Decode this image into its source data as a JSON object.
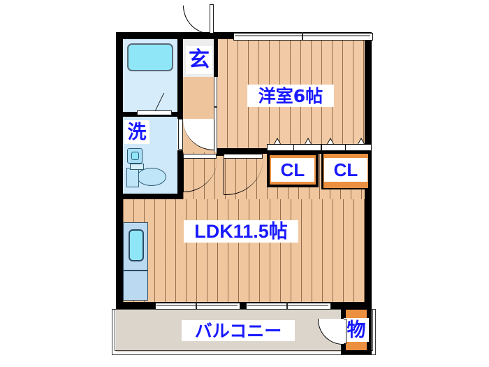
{
  "plan": {
    "title": "Apartment Floor Plan",
    "rooms": [
      {
        "key": "bedroom",
        "label": "洋室6帖",
        "name": "Western-style room 6 jo",
        "size_jo": 6
      },
      {
        "key": "ldk",
        "label": "LDK11.5帖",
        "name": "Living Dining Kitchen 11.5 jo",
        "size_jo": 11.5
      },
      {
        "key": "entrance",
        "label": "玄",
        "name": "Genkan entrance"
      },
      {
        "key": "washroom",
        "label": "洗",
        "name": "Washroom / lavatory"
      },
      {
        "key": "closet_left",
        "label": "CL",
        "name": "Closet"
      },
      {
        "key": "closet_right",
        "label": "CL",
        "name": "Closet"
      },
      {
        "key": "balcony",
        "label": "バルコニー",
        "name": "Balcony"
      },
      {
        "key": "storage",
        "label": "物",
        "name": "Storage / mono-ire"
      }
    ],
    "labels": {
      "bedroom": "洋室6帖",
      "ldk": "LDK11.5帖",
      "entrance": "玄",
      "washroom": "洗",
      "closet_left": "CL",
      "closet_right": "CL",
      "balcony": "バルコニー",
      "storage": "物"
    },
    "fixtures": [
      {
        "key": "bathtub",
        "name": "bathtub"
      },
      {
        "key": "toilet",
        "name": "toilet"
      },
      {
        "key": "vanity",
        "name": "vanity-sink"
      },
      {
        "key": "kitchen",
        "name": "kitchen-sink-counter"
      }
    ],
    "colors": {
      "wall": "#000000",
      "floor_wood": "#f2cba6",
      "entrance_tile": "#eec49c",
      "wet_area": "#cfe8fa",
      "bathtub": "#8fe6f7",
      "balcony": "#dcd5cc",
      "storage": "#eb9040",
      "closet_accent": "#eb9040",
      "text": "#1919ff",
      "background": "#ffffff"
    }
  }
}
